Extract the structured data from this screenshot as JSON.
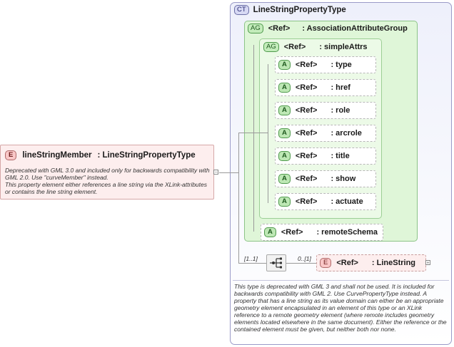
{
  "complex_type": {
    "badge": "CT",
    "name": "LineStringPropertyType",
    "description": "This type is deprecated with GML 3 and shall not be used. It is included for backwards compatibility with GML 2. Use CurvePropertyType instead. A property that has a line string as its value domain can either be an appropriate geometry element encapsulated in an element of this type or an XLink reference to a remote geometry element (where remote includes geometry elements located elsewhere in the same document). Either the reference or the contained element must be given, but neither both nor none."
  },
  "group_outer": {
    "badge": "AG",
    "ref": "<Ref>",
    "name": ": AssociationAttributeGroup"
  },
  "group_inner": {
    "badge": "AG",
    "ref": "<Ref>",
    "name": ": simpleAttrs"
  },
  "attributes": [
    {
      "badge": "A",
      "ref": "<Ref>",
      "name": ": type"
    },
    {
      "badge": "A",
      "ref": "<Ref>",
      "name": ": href"
    },
    {
      "badge": "A",
      "ref": "<Ref>",
      "name": ": role"
    },
    {
      "badge": "A",
      "ref": "<Ref>",
      "name": ": arcrole"
    },
    {
      "badge": "A",
      "ref": "<Ref>",
      "name": ": title"
    },
    {
      "badge": "A",
      "ref": "<Ref>",
      "name": ": show"
    },
    {
      "badge": "A",
      "ref": "<Ref>",
      "name": ": actuate"
    }
  ],
  "remote_schema": {
    "badge": "A",
    "ref": "<Ref>",
    "name": ": remoteSchema"
  },
  "element": {
    "badge": "E",
    "name": "lineStringMember",
    "type": ": LineStringPropertyType",
    "description": "Deprecated with GML 3.0 and included only for backwards compatibility with GML 2.0. Use \"curveMember\" instead.\nThis property element either references a line string via the XLink-attributes or contains the line string element."
  },
  "sequence": {
    "occurrence": "[1..1]"
  },
  "child_element": {
    "badge": "E",
    "ref": "<Ref>",
    "name": ": LineString",
    "occurrence": "0..[1]"
  }
}
